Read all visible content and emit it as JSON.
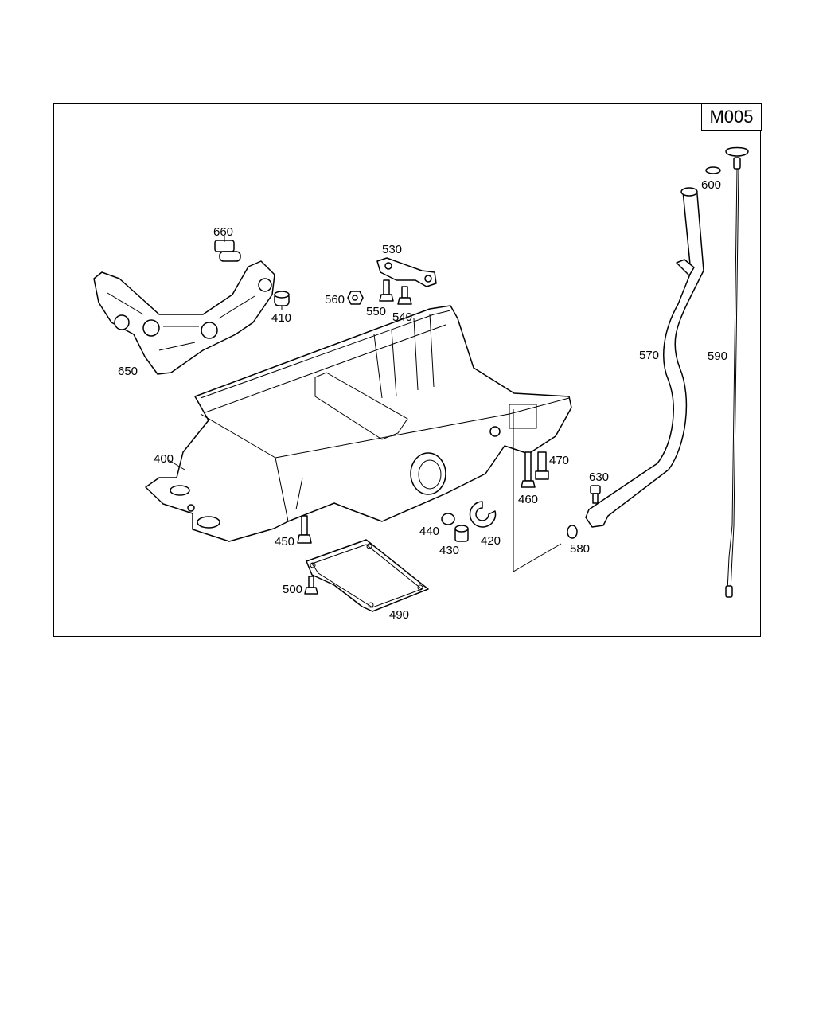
{
  "diagram_code": "M005",
  "callouts": [
    "400",
    "410",
    "420",
    "430",
    "440",
    "450",
    "460",
    "470",
    "490",
    "500",
    "530",
    "540",
    "550",
    "560",
    "570",
    "580",
    "590",
    "600",
    "630",
    "650",
    "660"
  ],
  "colors": {
    "line": "#000000",
    "background": "#ffffff"
  }
}
